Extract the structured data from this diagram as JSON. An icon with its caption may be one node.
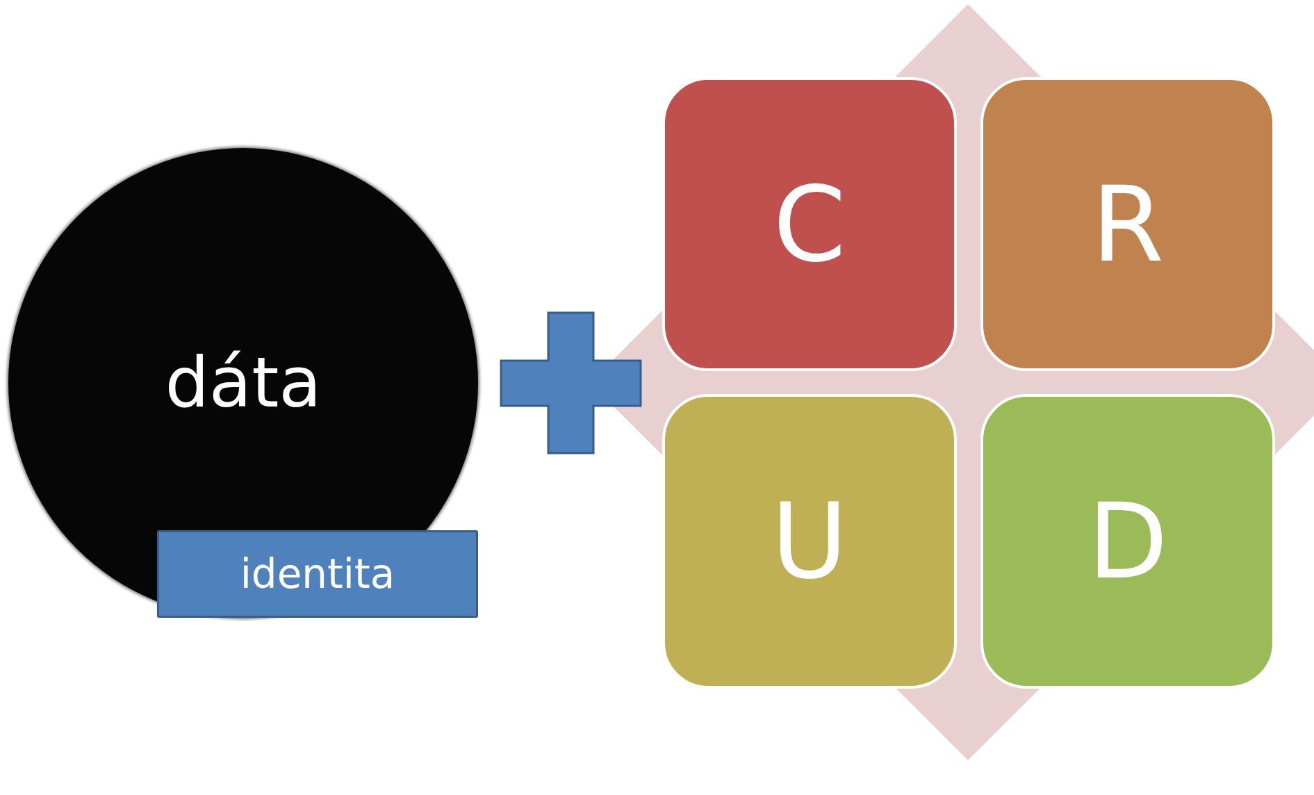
{
  "diagram": {
    "nodes": [
      {
        "text": [
          "dáta"
        ]
      },
      {
        "text": [
          "identita"
        ],
        "in": 0
      },
      {
        "text": [
          "C"
        ]
      },
      {
        "text": [
          "R"
        ]
      },
      {
        "text": [
          "U"
        ]
      },
      {
        "text": [
          "D"
        ]
      }
    ]
  }
}
